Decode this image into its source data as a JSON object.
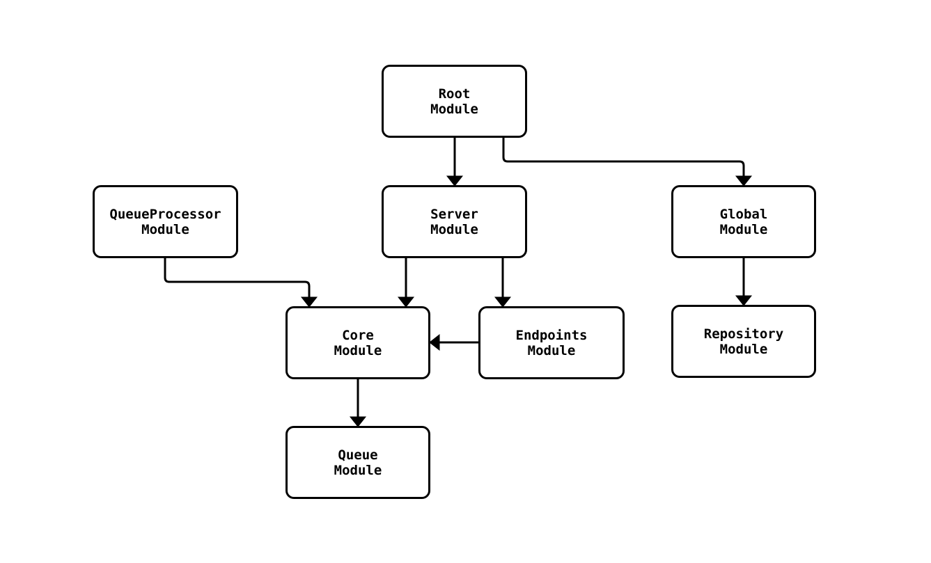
{
  "diagram": {
    "type": "flowchart",
    "direction": "top-down",
    "colors": {
      "background": "#ffffff",
      "node_fill": "#ffffff",
      "node_stroke": "#000000",
      "edge_color": "#000000",
      "text_color": "#000000"
    },
    "nodes": [
      {
        "id": "root",
        "label": "Root\nModule"
      },
      {
        "id": "queueProcessor",
        "label": "QueueProcessor\nModule"
      },
      {
        "id": "server",
        "label": "Server\nModule"
      },
      {
        "id": "global",
        "label": "Global\nModule"
      },
      {
        "id": "core",
        "label": "Core\nModule"
      },
      {
        "id": "endpoints",
        "label": "Endpoints\nModule"
      },
      {
        "id": "repository",
        "label": "Repository\nModule"
      },
      {
        "id": "queue",
        "label": "Queue\nModule"
      }
    ],
    "edges": [
      {
        "from": "root",
        "to": "server"
      },
      {
        "from": "root",
        "to": "global"
      },
      {
        "from": "queueProcessor",
        "to": "core"
      },
      {
        "from": "server",
        "to": "core"
      },
      {
        "from": "server",
        "to": "endpoints"
      },
      {
        "from": "endpoints",
        "to": "core"
      },
      {
        "from": "core",
        "to": "queue"
      },
      {
        "from": "global",
        "to": "repository"
      }
    ]
  }
}
